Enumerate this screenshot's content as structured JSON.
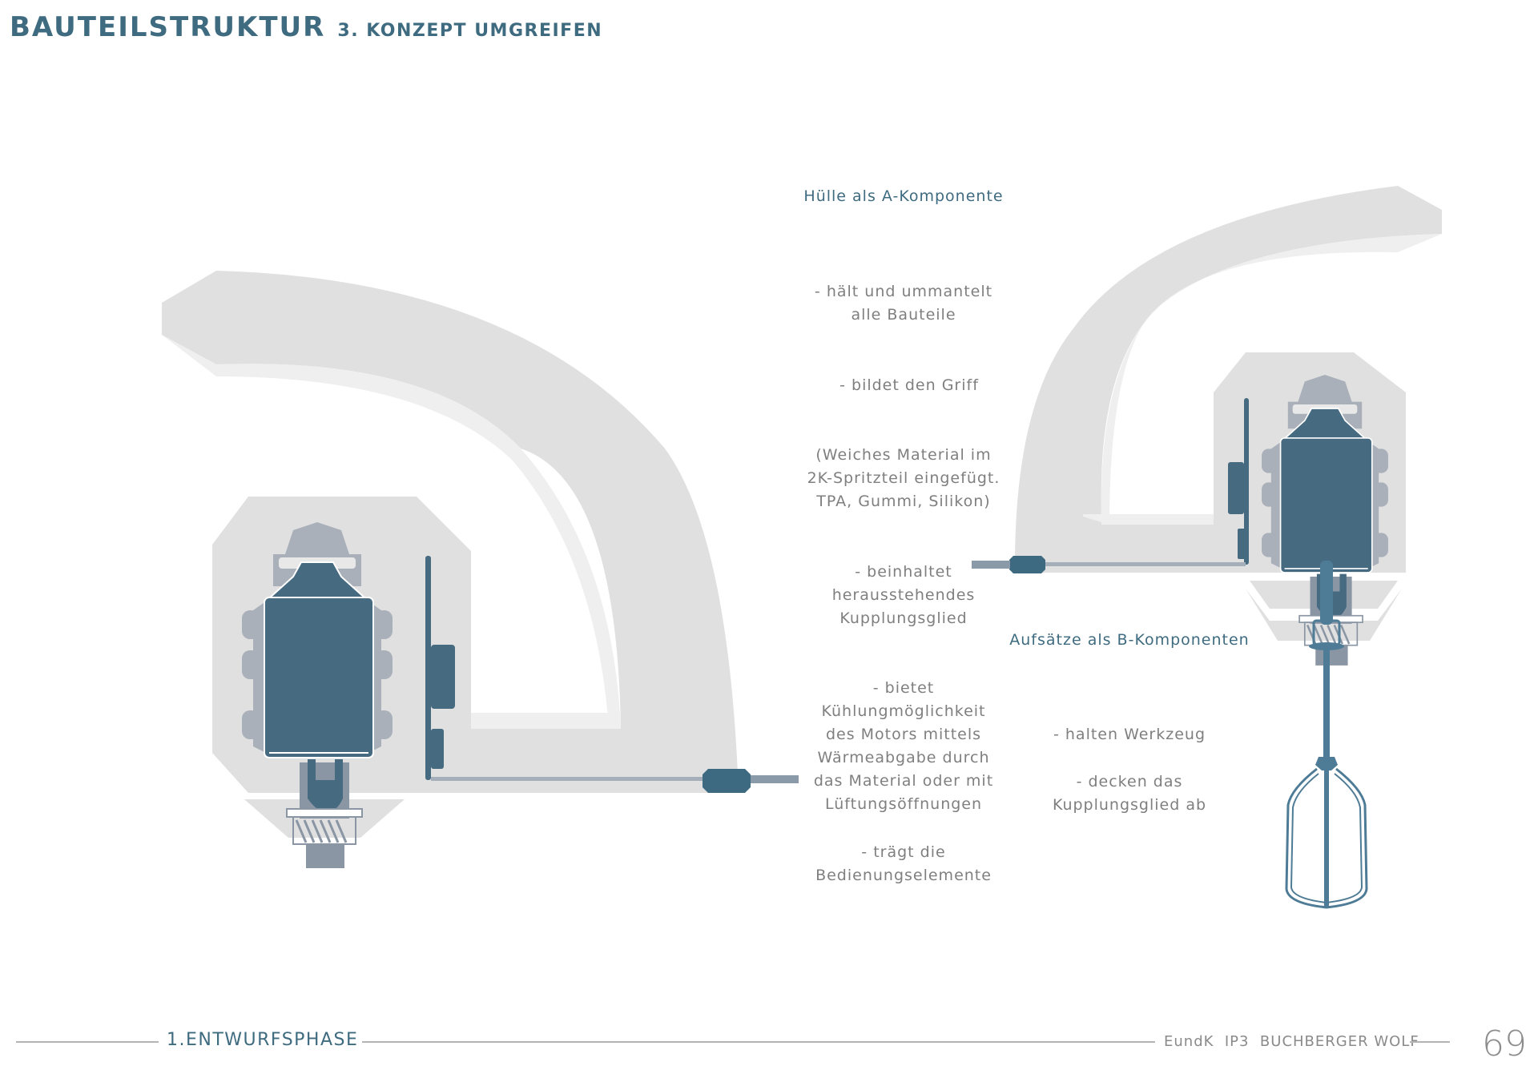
{
  "header": {
    "title": "BAUTEILSTRUKTUR",
    "subtitle": "3. KONZEPT UMGREIFEN"
  },
  "colors": {
    "accent": "#3f6b80",
    "motor": "#466a80",
    "shell": "#e0e0e0",
    "shell_light": "#efefef",
    "frame": "#a9b0ba",
    "text_gray": "#7f7f7f"
  },
  "section_a": {
    "heading": "Hülle als A-Komponente",
    "items": [
      {
        "lines": [
          "- hält und ummantelt",
          "alle Bauteile"
        ]
      },
      {
        "lines": [
          "- bildet den Griff"
        ]
      },
      {
        "lines": [
          "(Weiches Material im",
          "2K-Spritzteil eingefügt.",
          "TPA, Gummi, Silikon)"
        ]
      },
      {
        "lines": [
          "- beinhaltet",
          "herausstehendes",
          "Kupplungsglied"
        ]
      },
      {
        "lines": [
          "- bietet",
          "Kühlungmöglichkeit",
          "des Motors mittels",
          "Wärmeabgabe durch",
          "das Material oder mit",
          "Lüftungsöffnungen"
        ]
      },
      {
        "lines": [
          "- trägt die",
          "Bedienungselemente"
        ]
      }
    ]
  },
  "section_b": {
    "heading": "Aufsätze als B-Komponenten",
    "items": [
      {
        "lines": [
          "- halten Werkzeug"
        ]
      },
      {
        "lines": [
          "- decken das",
          "Kupplungsglied ab"
        ]
      }
    ]
  },
  "illustrations": {
    "left": "shell-with-motor-icon",
    "right": "shell-with-motor-and-whisk-icon"
  },
  "footer": {
    "chapter": "1.ENTWURFSPHASE",
    "credits": "EundK  IP3  BUCHBERGER WOLF",
    "page_number": "69"
  }
}
